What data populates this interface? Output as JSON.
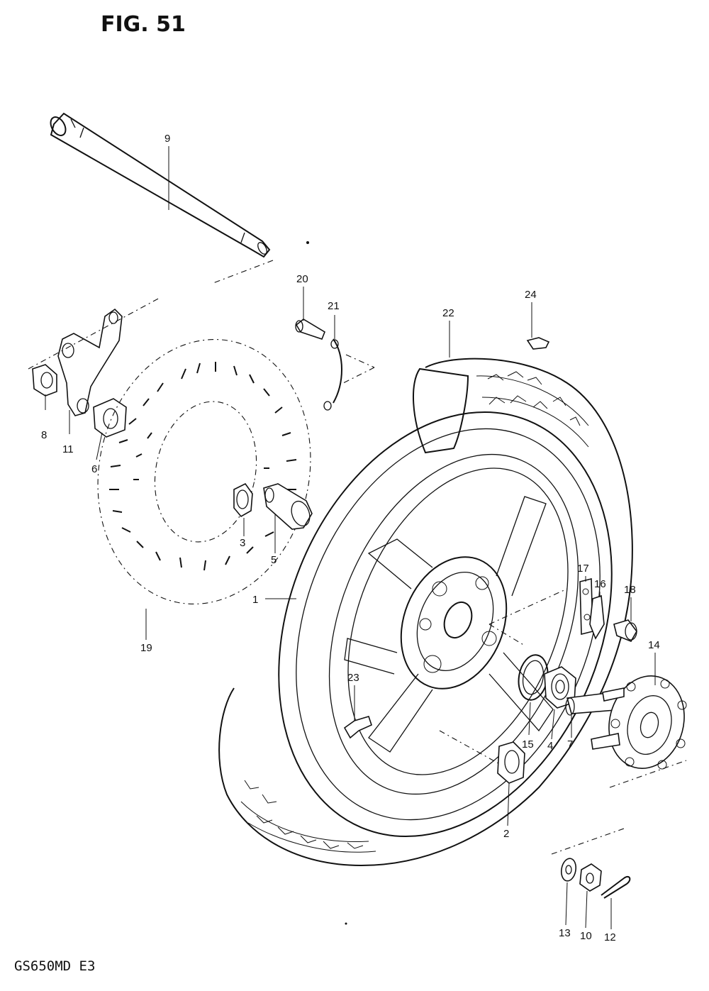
{
  "title": "FIG. 51",
  "footer": "GS650MD  E3",
  "callouts": [
    {
      "id": "c1",
      "label": "1"
    },
    {
      "id": "c2",
      "label": "2"
    },
    {
      "id": "c3",
      "label": "3"
    },
    {
      "id": "c4",
      "label": "4"
    },
    {
      "id": "c5",
      "label": "5"
    },
    {
      "id": "c6",
      "label": "6"
    },
    {
      "id": "c7",
      "label": "7"
    },
    {
      "id": "c8",
      "label": "8"
    },
    {
      "id": "c9",
      "label": "9"
    },
    {
      "id": "c10",
      "label": "10"
    },
    {
      "id": "c11",
      "label": "11"
    },
    {
      "id": "c12",
      "label": "12"
    },
    {
      "id": "c13",
      "label": "13"
    },
    {
      "id": "c14",
      "label": "14"
    },
    {
      "id": "c15",
      "label": "15"
    },
    {
      "id": "c16",
      "label": "16"
    },
    {
      "id": "c17",
      "label": "17"
    },
    {
      "id": "c18",
      "label": "18"
    },
    {
      "id": "c19",
      "label": "19"
    },
    {
      "id": "c20",
      "label": "20"
    },
    {
      "id": "c21",
      "label": "21"
    },
    {
      "id": "c22",
      "label": "22"
    },
    {
      "id": "c23",
      "label": "23"
    },
    {
      "id": "c24",
      "label": "24"
    }
  ]
}
